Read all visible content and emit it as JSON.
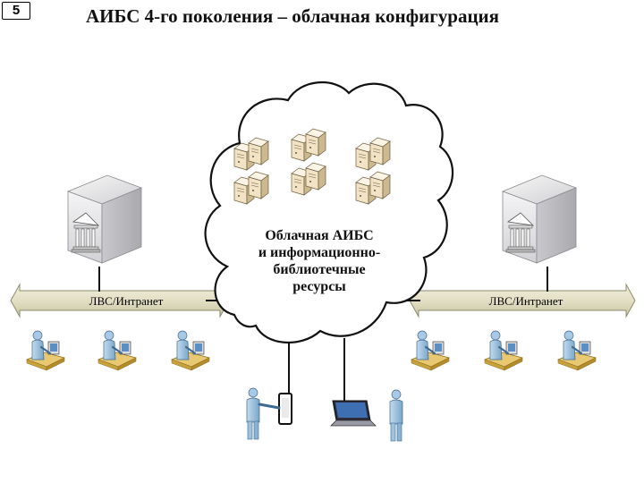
{
  "slide": {
    "number": "5"
  },
  "title": "АИБС 4-го поколения – облачная конфигурация",
  "cloud": {
    "label_lines": [
      "Облачная АИБС",
      "и информационно-",
      "библиотечные",
      "ресурсы"
    ]
  },
  "networks": [
    {
      "label": "ЛВС/Интранет"
    },
    {
      "label": "ЛВС/Интранет"
    }
  ],
  "colors": {
    "cloud_fill": "#ffffff",
    "cloud_stroke": "#111111",
    "bus_fill": "#e6e3c8",
    "server_fill": "#f1e7cf",
    "library_fill": "#e9e9ea",
    "person_fill": "#9fc3de",
    "desk_fill": "#e5c46c"
  },
  "icons": [
    "library-server-icon",
    "server-rack-icon",
    "workstation-user-icon",
    "mobile-user-icon",
    "laptop-icon",
    "network-bus-icon"
  ]
}
